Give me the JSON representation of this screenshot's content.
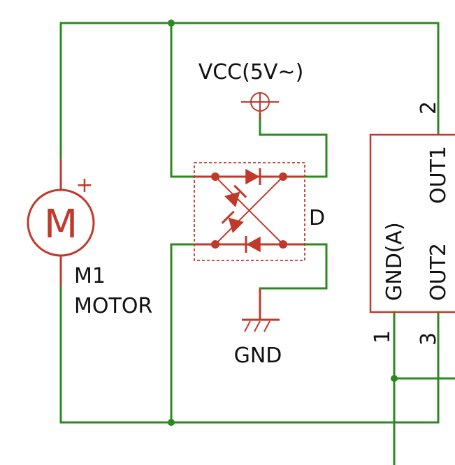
{
  "labels": {
    "vcc": "VCC(5V~)",
    "gnd": "GND",
    "diode_block": "D",
    "motor_ref": "M1",
    "motor_value": "MOTOR",
    "motor_symbol": "M",
    "motor_plus": "+"
  },
  "ic": {
    "out1": "OUT1",
    "out2": "OUT2",
    "gnd_a": "GND(A)",
    "pin_1": "1",
    "pin_2": "2",
    "pin_3": "3"
  },
  "colors": {
    "wire": "#2a8a1f",
    "component": "#c0392b",
    "text": "#111111"
  }
}
